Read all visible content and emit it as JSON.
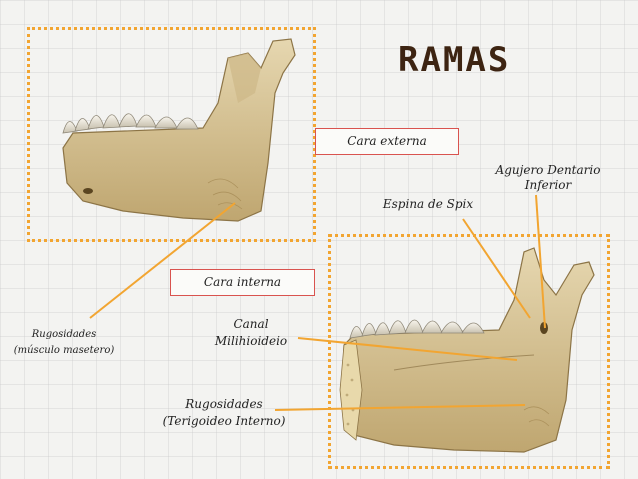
{
  "title": "RAMAS",
  "labels": {
    "cara_externa": "Cara externa",
    "cara_interna": "Cara interna",
    "agujero_line1": "Agujero Dentario",
    "agujero_line2": "Inferior",
    "espina": "Espina de Spix",
    "rug_masetero_line1": "Rugosidades",
    "rug_masetero_line2": "(músculo masetero)",
    "canal_line1": "Canal",
    "canal_line2": "Milihioideio",
    "rug_terig_line1": "Rugosidades",
    "rug_terig_line2": "(Terigoideo Interno)"
  },
  "colors": {
    "frame": "#f2a531",
    "pointer": "#f2a531",
    "box_border": "#d9534f",
    "title": "#3d2412",
    "bone": "#d9c89e"
  }
}
